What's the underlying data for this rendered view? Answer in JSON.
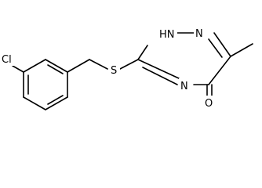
{
  "molecule": {
    "atoms": {
      "chlorine": "Cl",
      "sulfur": "S",
      "nh": "HN",
      "n_top": "N",
      "n_bottom": "N",
      "oxygen": "O"
    }
  }
}
